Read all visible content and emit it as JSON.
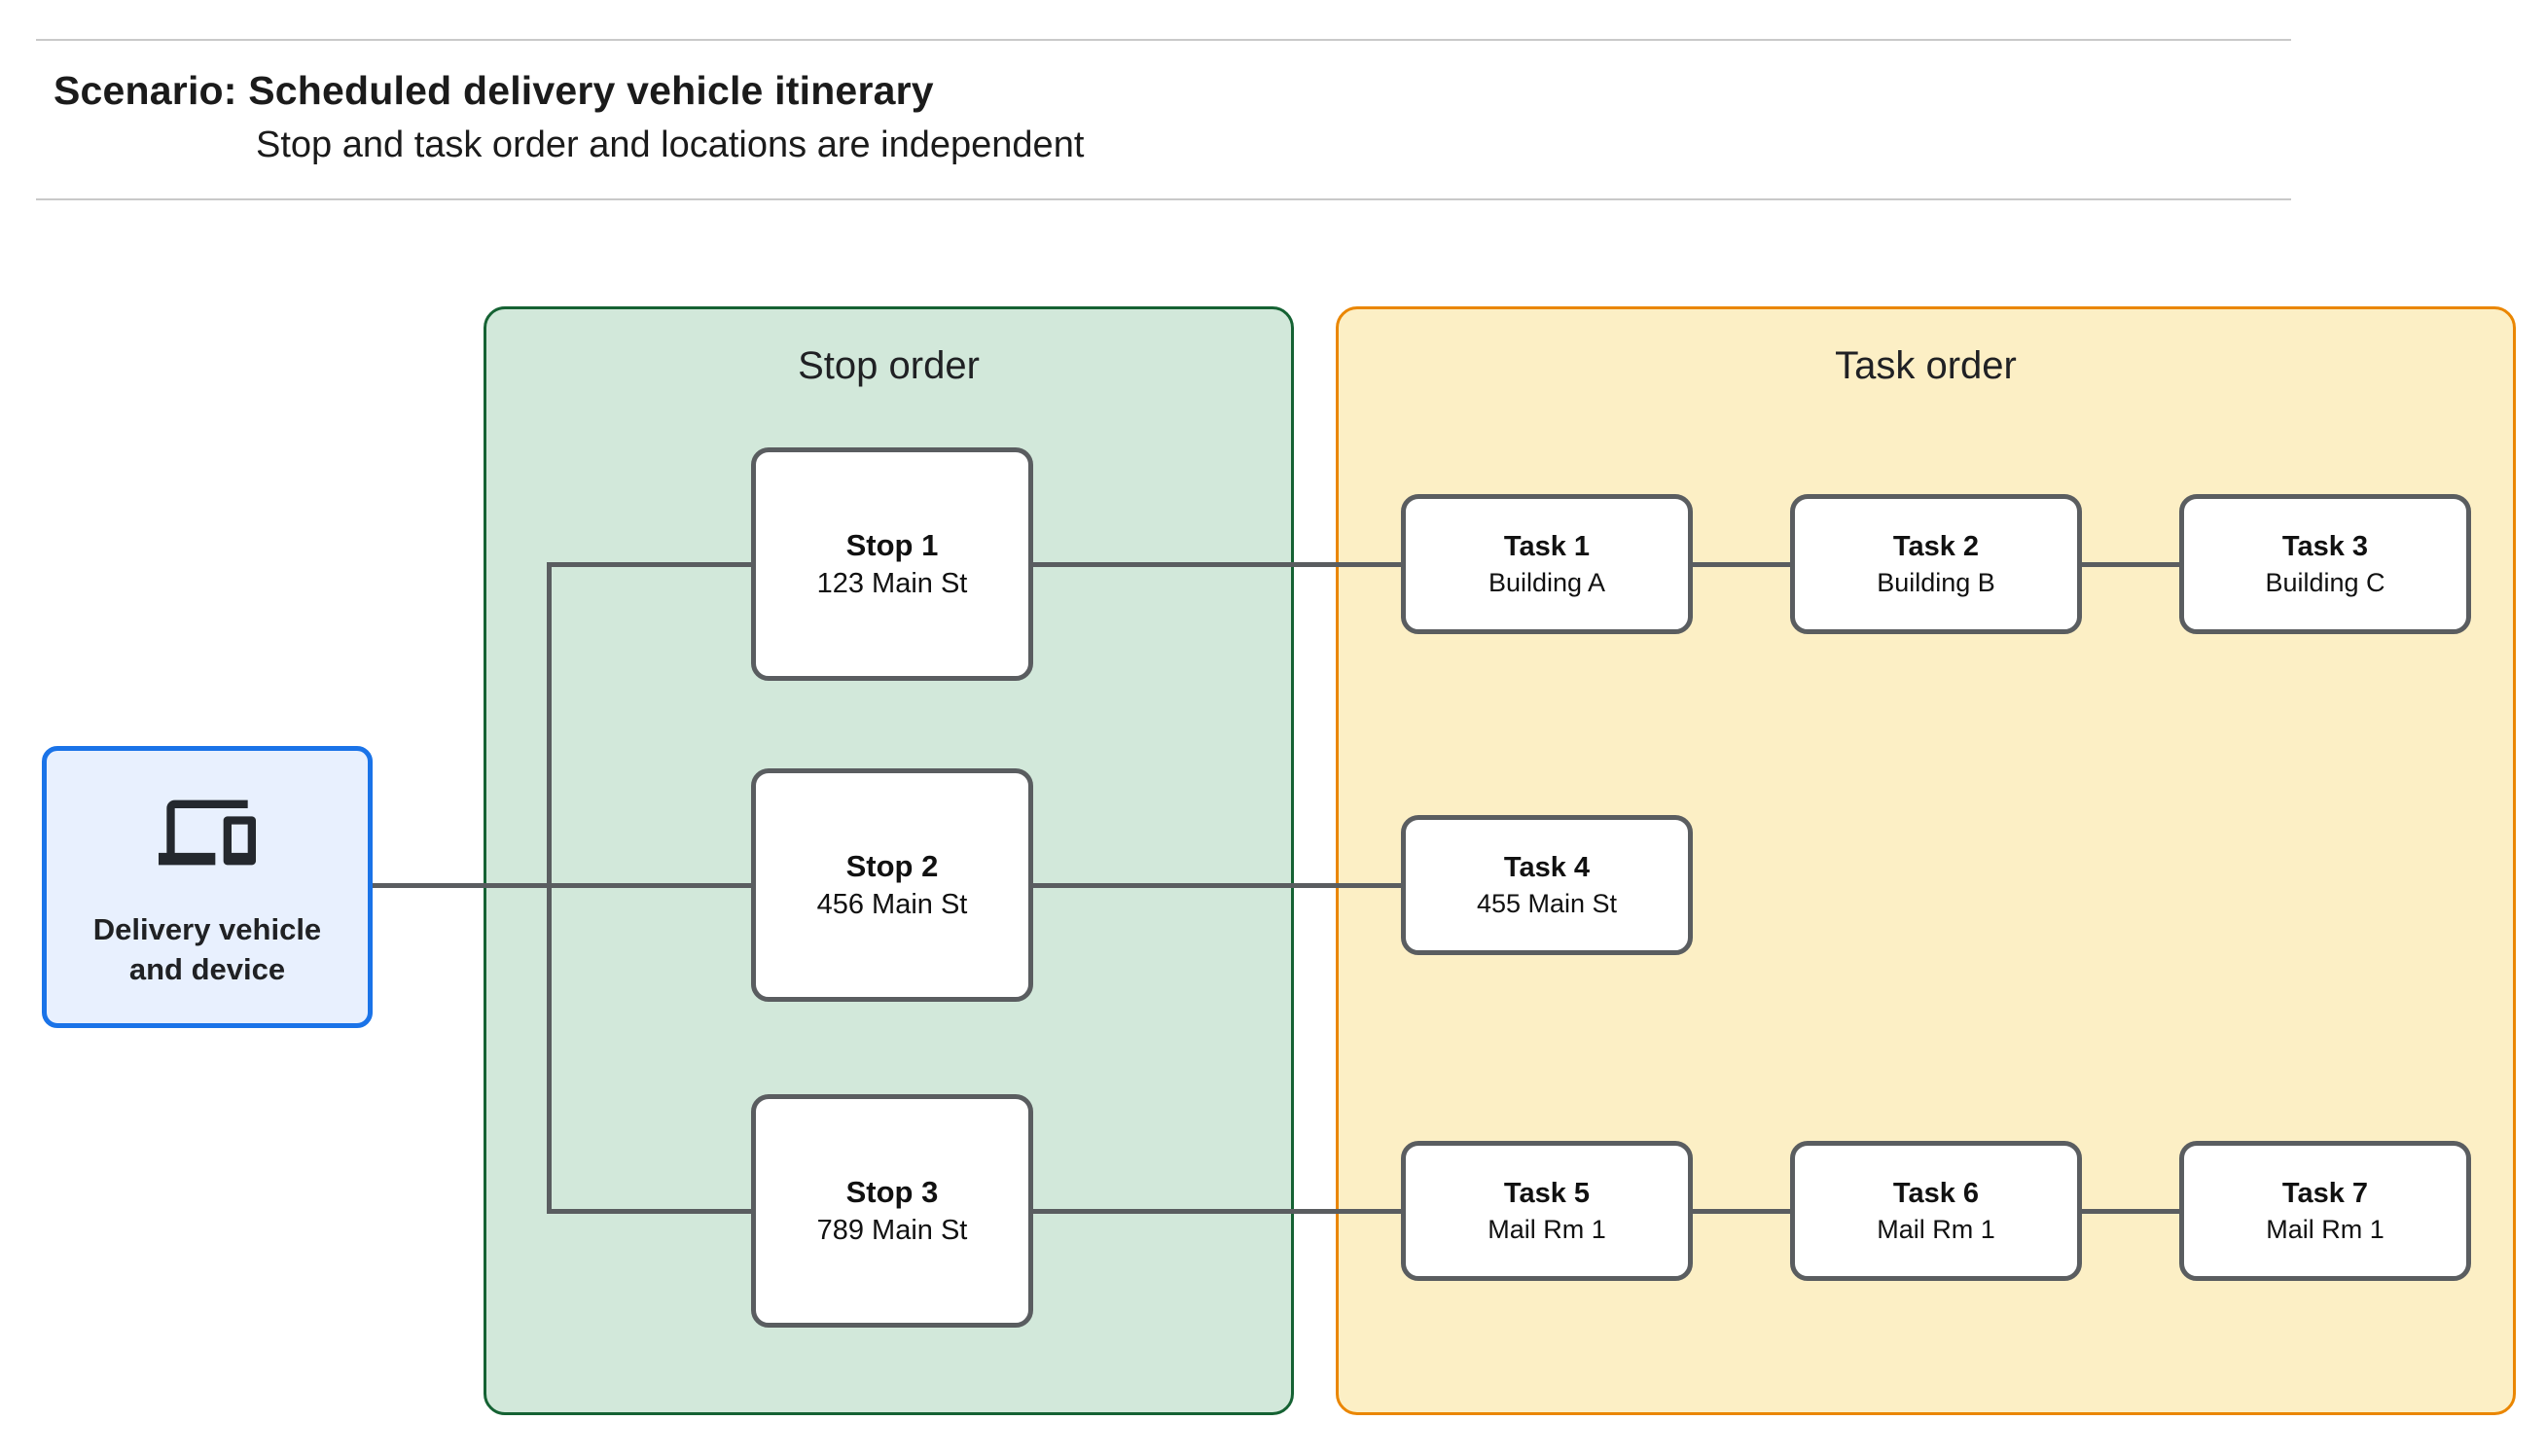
{
  "header": {
    "title": "Scenario: Scheduled delivery vehicle itinerary",
    "subtitle": "Stop and task order and locations are independent"
  },
  "vehicle": {
    "label": "Delivery vehicle and device",
    "icon": "devices-icon"
  },
  "panels": {
    "stop": {
      "title": "Stop order"
    },
    "task": {
      "title": "Task order"
    }
  },
  "stops": [
    {
      "title": "Stop 1",
      "location": "123 Main St"
    },
    {
      "title": "Stop 2",
      "location": "456 Main St"
    },
    {
      "title": "Stop 3",
      "location": "789 Main St"
    }
  ],
  "tasks": [
    {
      "title": "Task 1",
      "location": "Building A"
    },
    {
      "title": "Task 2",
      "location": "Building B"
    },
    {
      "title": "Task 3",
      "location": "Building C"
    },
    {
      "title": "Task 4",
      "location": "455 Main St"
    },
    {
      "title": "Task 5",
      "location": "Mail Rm 1"
    },
    {
      "title": "Task 6",
      "location": "Mail Rm 1"
    },
    {
      "title": "Task 7",
      "location": "Mail Rm 1"
    }
  ],
  "colors": {
    "vehicle_fill": "#E8F0FE",
    "vehicle_border": "#1A73E8",
    "stop_panel_fill": "#D2E8DA",
    "stop_panel_border": "#156233",
    "task_panel_fill": "#FCEFC5",
    "task_panel_border": "#EA8600",
    "node_fill": "#FFFFFF",
    "node_border": "#5A5D60",
    "connector": "#5A5D60",
    "text": "#202124"
  }
}
